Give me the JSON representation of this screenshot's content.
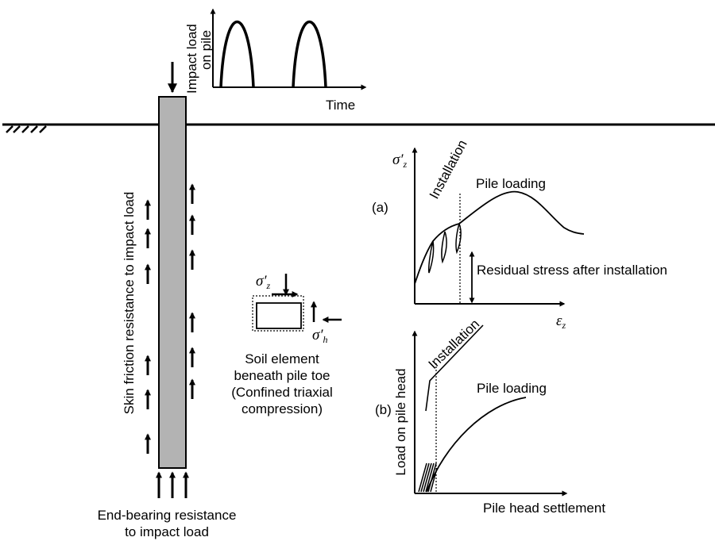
{
  "impact_graph": {
    "ylabel_line1": "Impact load",
    "ylabel_line2": "on pile",
    "xlabel": "Time"
  },
  "pile": {
    "skin_friction_label": "Skin friction resistance to impact load",
    "end_bearing_line1": "End-bearing resistance",
    "end_bearing_line2": "to impact load"
  },
  "soil_element": {
    "sigma_z_symbol": "σ′",
    "sigma_z_sub": "z",
    "sigma_h_symbol": "σ′",
    "sigma_h_sub": "h",
    "caption_line1": "Soil element",
    "caption_line2": "beneath pile toe",
    "caption_line3": "(Confined triaxial",
    "caption_line4": "compression)"
  },
  "graph_a": {
    "panel_label": "(a)",
    "ylabel_symbol": "σ′",
    "ylabel_sub": "z",
    "xlabel_symbol": "ε",
    "xlabel_sub": "z",
    "installation_label": "Installation",
    "pile_loading_label": "Pile loading",
    "residual_label": "Residual stress after installation"
  },
  "graph_b": {
    "panel_label": "(b)",
    "ylabel": "Load on pile head",
    "xlabel": "Pile head settlement",
    "installation_label": "Installation",
    "pile_loading_label": "Pile loading"
  }
}
